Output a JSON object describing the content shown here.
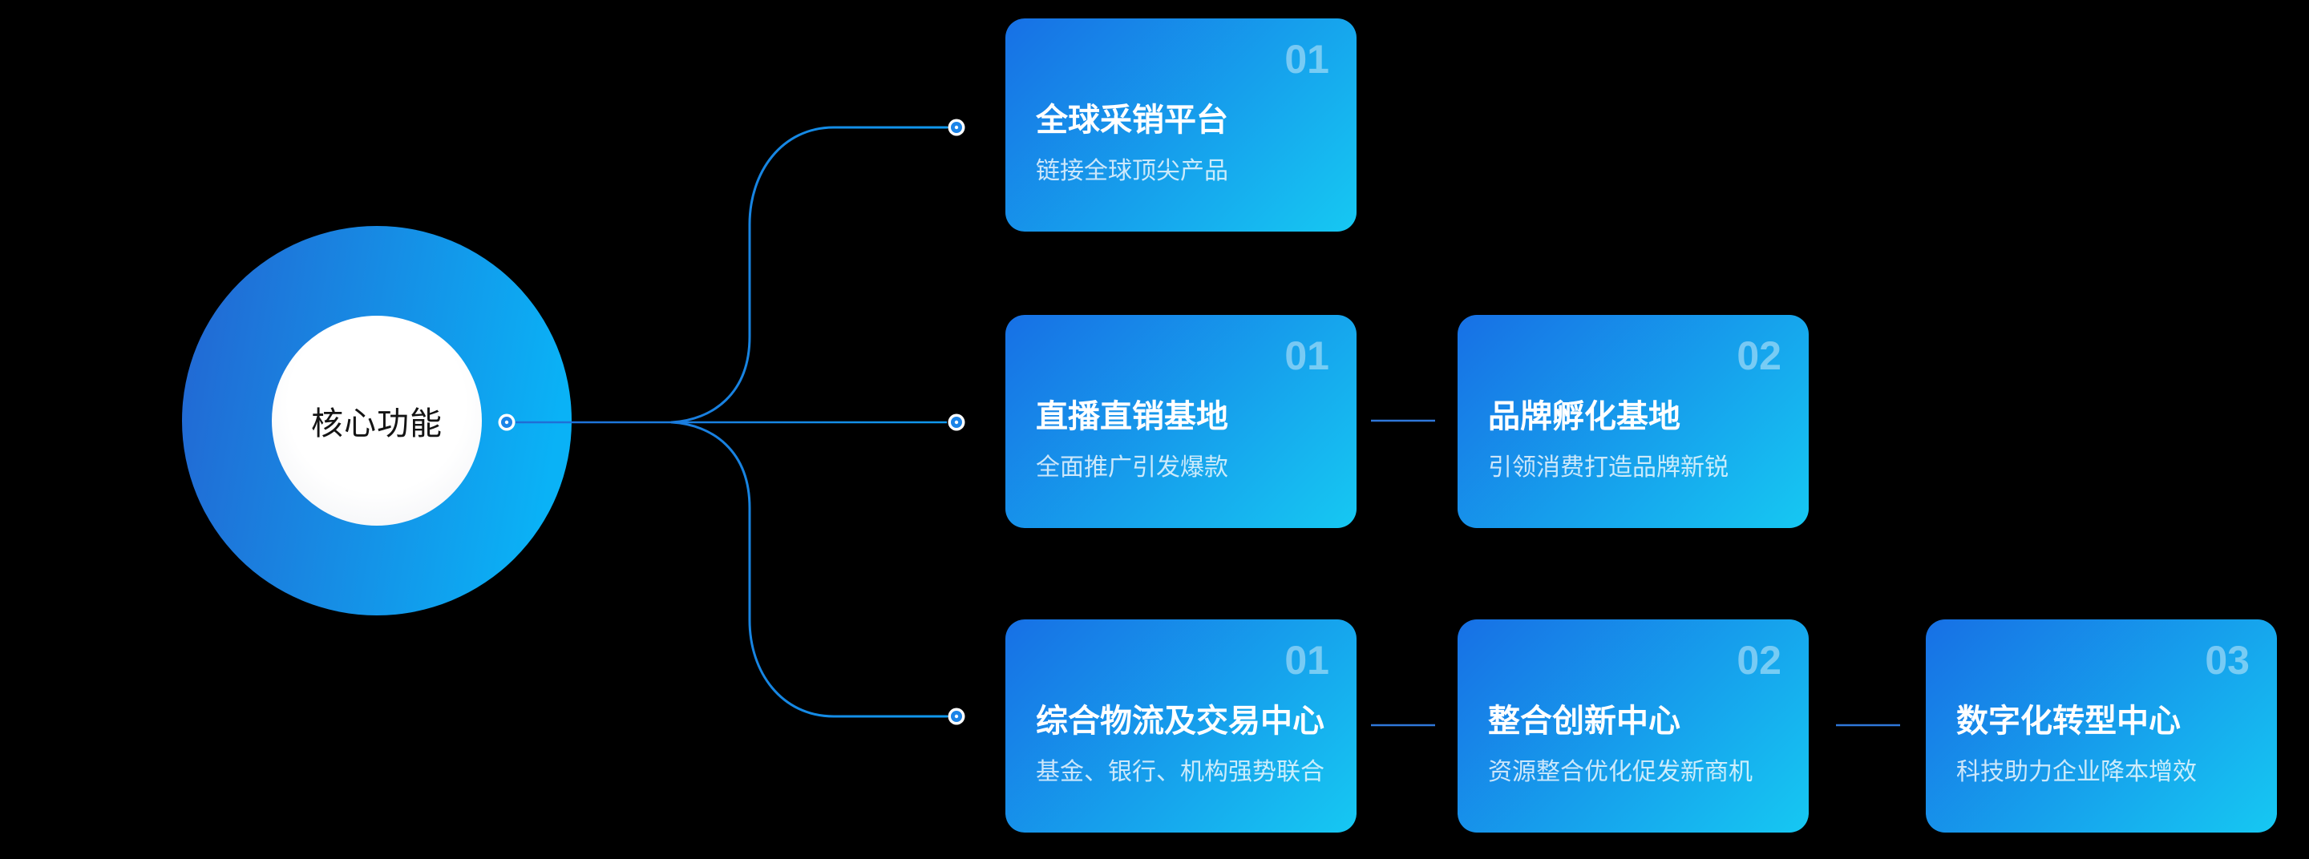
{
  "hub": {
    "label": "核心功能"
  },
  "rows": [
    {
      "cards": [
        {
          "number": "01",
          "title": "全球采销平台",
          "subtitle": "链接全球顶尖产品"
        }
      ]
    },
    {
      "cards": [
        {
          "number": "01",
          "title": "直播直销基地",
          "subtitle": "全面推广引发爆款"
        },
        {
          "number": "02",
          "title": "品牌孵化基地",
          "subtitle": "引领消费打造品牌新锐"
        }
      ]
    },
    {
      "cards": [
        {
          "number": "01",
          "title": "综合物流及交易中心",
          "subtitle": "基金、银行、机构强势联合"
        },
        {
          "number": "02",
          "title": "整合创新中心",
          "subtitle": "资源整合优化促发新商机"
        },
        {
          "number": "03",
          "title": "数字化转型中心",
          "subtitle": "科技助力企业降本增效"
        }
      ]
    }
  ],
  "colors": {
    "background": "#000000",
    "hub_gradient_start": "#2365d2",
    "hub_gradient_end": "#0ab2f6",
    "hub_inner": "#ffffff",
    "hub_label_color": "#141414",
    "card_gradient_start": "#1770e5",
    "card_gradient_end": "#16c8f2",
    "card_number_color": "rgba(255,255,255,0.42)",
    "card_subtitle_color": "rgba(255,255,255,0.78)",
    "wire_gradient_start": "#2268d2",
    "wire_gradient_end": "#0d9ef0",
    "card_link_line": "#2f77d9",
    "node_dot_fill": "#1b84e8",
    "node_dot_ring": "#ffffff"
  }
}
